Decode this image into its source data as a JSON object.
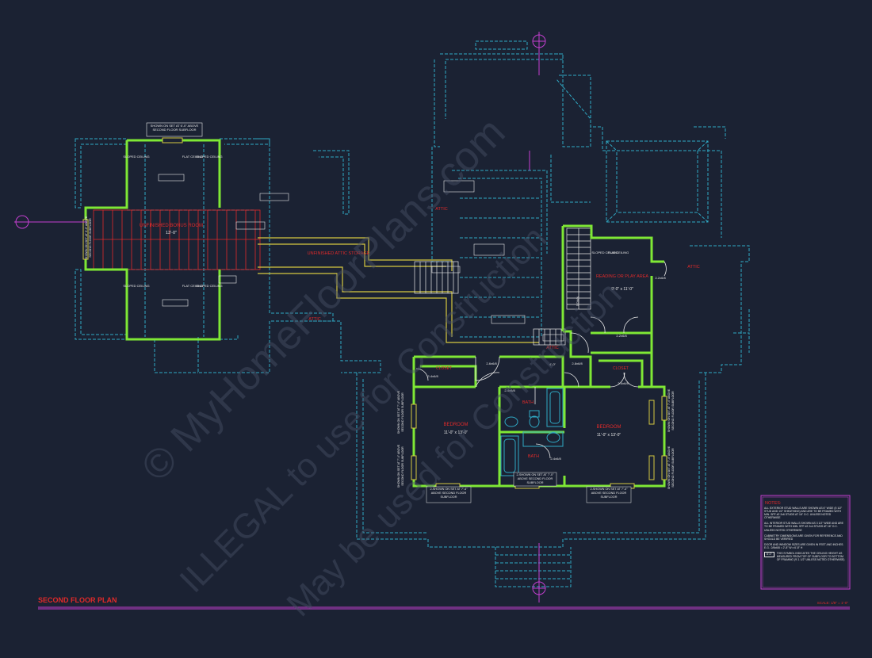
{
  "title": "SECOND FLOOR PLAN",
  "scale": "SCALE: 1/8\" = 1'-0\"",
  "watermark": {
    "line1": "© MyHomeFloorPlans.com",
    "line2": "ILLEGAL to use for Construction",
    "line3": "May be used for Construction"
  },
  "rooms": {
    "bonus": {
      "name": "UNFINISHED BONUS ROOM",
      "dim": "13'-0\""
    },
    "attic_storage": "UNFINISHED ATTIC STORAGE",
    "reading": {
      "name": "READING OR PLAY AREA",
      "dim": "9'-0\" x 11'-0\""
    },
    "bedroom_left": {
      "name": "BEDROOM",
      "dim": "11'-0\" x 13'-0\""
    },
    "bedroom_right": {
      "name": "BEDROOM",
      "dim": "11'-0\" x 13'-0\""
    },
    "bath_upper": "BATH",
    "bath_lower": "BATH",
    "closet_left": "CLOSET",
    "closet_right": "CLOSET",
    "attic": "ATTIC"
  },
  "callouts": {
    "top_window": "SHOWN ON SET AT 6'-0\" ABOVE SECOND FLOOR SUBFLOOR",
    "sloped_ceiling": "SLOPED CEILING",
    "flat_ceiling": "FLAT CEILING",
    "side_window": "SHOWN ON SET AT 5'-0\" ABOVE SECOND FLOOR SUBFLOOR",
    "bath_window": "2-SHOWN ON SET AT 7'-0\" ABOVE SECOND FLOOR SUBFLOOR",
    "bed_window_left": "2-SHOWN ON SET AT 7'-4\" ABOVE SECOND FLOOR SUBFLOOR",
    "bed_window_right": "2-SHOWN ON SET AT 7'-4\" ABOVE SECOND FLOOR SUBFLOOR",
    "bed_side_window": "SHOWN ON SET AT 7'-4\" ABOVE SECOND FLOOR SUBFLOOR",
    "door_left": "2-4x6/8",
    "door_right": "2-4x6/8",
    "door_bath": "2-4x6/8",
    "door_bath2": "2-4x6/8",
    "door_closet_r": "2-2x6/8",
    "door_reading": "2-2x6/8",
    "door_small": "2-6x6/8",
    "door_attic": "2-8x6/8",
    "stair_note": "DOWN",
    "hall_dim": "4'-0\""
  },
  "notes": {
    "heading": "NOTES:",
    "n1": "ALL EXTERIOR STUD WALLS ARE SHOWN AS 6\" WIDE (5 1/2\" STUD AND 1/2\" SHEATHING) AND ARE TO BE FRAMED WITH MIN. SPF #2 2x6 STUDS AT 16\" O.C. UNLESS NOTED OTHERWISE",
    "n2": "ALL INTERIOR STUD WALLS SHOWN AS 3 1/2\" WIDE AND ARE TO BE FRAMED WITH MIN. SPF #2 2x4 STUDS AT 16\" O.C. UNLESS NOTED OTHERWISE",
    "n3": "CABINETRY DIMENSIONS ARE GIVEN FOR REFERENCE AND SHOULD BE VERIFIED",
    "n4": "DOOR AND WINDOW SIZES ARE GIVEN IN FEET AND INCHES. E.G.: 2/8x6/8 = 2'-8\" W x 6'-8\" H",
    "n5_symbol": "8'-0\"",
    "n5": "THIS SYMBOL INDICATES THE CEILING HEIGHT AS MEASURED FROM TOP OF SUBFLOOR TO BOTTOM OF FRAMING (9'-1 1/2\" UNLESS NOTED OTHERWISE)"
  },
  "colors": {
    "background": "#1b2233",
    "walls": "#7fe835",
    "dashed": "#2fa9c4",
    "text_red": "#e02a2a",
    "magenta": "#c43fd0",
    "yellow": "#d6c840",
    "white": "#e8e8e8"
  }
}
